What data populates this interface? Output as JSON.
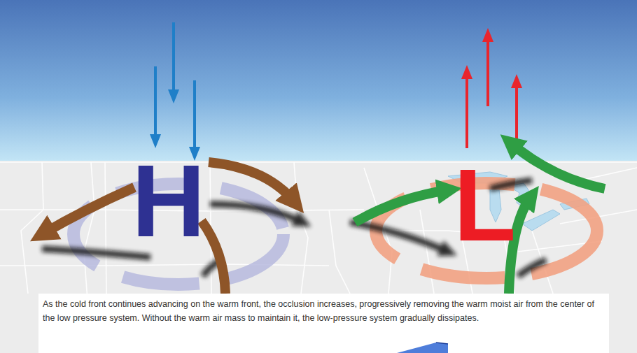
{
  "diagram": {
    "caption": "As the cold front continues advancing on the warm front, the occlusion increases, progressively removing the warm moist air from the center of the low pressure system. Without the warm air mass to maintain it, the low-pressure system gradually dissipates.",
    "labels": [
      "H",
      "L"
    ]
  }
}
